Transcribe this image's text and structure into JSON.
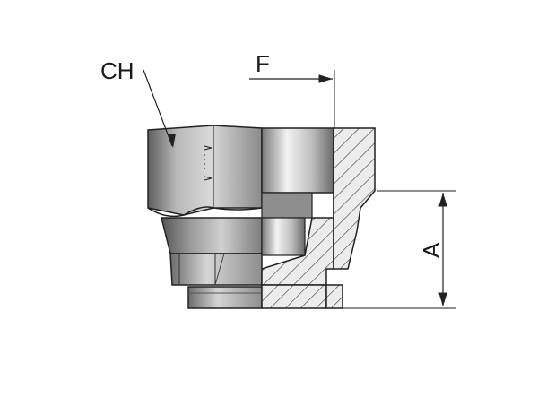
{
  "labels": {
    "ch": "CH",
    "f": "F",
    "a": "A"
  },
  "colors": {
    "outline": "#222222",
    "metal_dark": "#6f6f6f",
    "metal_mid": "#a9a9a9",
    "metal_light": "#e6e6e6",
    "section_fill": "#e9e9e9",
    "hatch": "#333333"
  }
}
